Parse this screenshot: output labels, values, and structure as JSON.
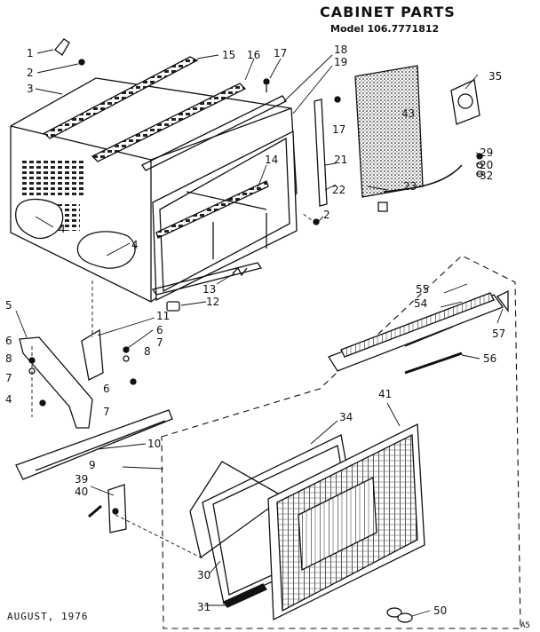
{
  "title": "CABINET PARTS",
  "model": "Model 106.7771812",
  "footer": {
    "date": "AUGUST, 1976",
    "code": "A5"
  },
  "callouts": [
    "1",
    "2",
    "3",
    "15",
    "16",
    "17",
    "18",
    "19",
    "35",
    "43",
    "17",
    "21",
    "29",
    "20",
    "32",
    "14",
    "22",
    "23",
    "2",
    "4",
    "4",
    "13",
    "12",
    "5",
    "11",
    "6",
    "7",
    "6",
    "8",
    "7",
    "8",
    "4",
    "6",
    "7",
    "55",
    "54",
    "57",
    "56",
    "10",
    "9",
    "41",
    "34",
    "39",
    "40",
    "30",
    "31",
    "50"
  ],
  "colors": {
    "ink": "#111111",
    "paper": "#ffffff",
    "screen": "#9a9a9a"
  }
}
